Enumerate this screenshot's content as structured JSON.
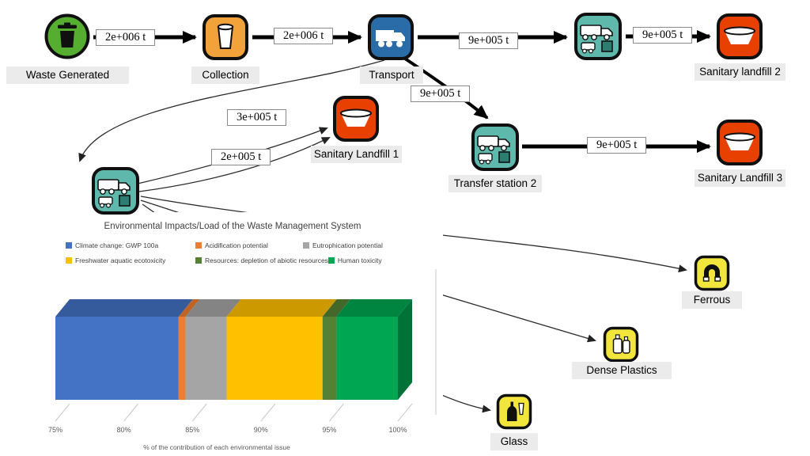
{
  "diagram": {
    "nodes": {
      "waste_generated": {
        "label": "Waste Generated"
      },
      "collection": {
        "label": "Collection"
      },
      "transport": {
        "label": "Transport"
      },
      "sanitary_landfill_2": {
        "label": "Sanitary landfill 2"
      },
      "transfer_station_2": {
        "label": "Transfer station 2"
      },
      "sanitary_landfill_3": {
        "label": "Sanitary Landfill 3"
      },
      "sanitary_landfill_1": {
        "label": "Sanitary Landfill 1"
      },
      "ferrous": {
        "label": "Ferrous"
      },
      "dense_plastics": {
        "label": "Dense Plastics"
      },
      "glass": {
        "label": "Glass"
      }
    },
    "flows": [
      {
        "label": "2e+006 t"
      },
      {
        "label": "2e+006 t"
      },
      {
        "label": "9e+005 t"
      },
      {
        "label": "9e+005 t"
      },
      {
        "label": "9e+005 t"
      },
      {
        "label": "9e+005 t"
      },
      {
        "label": "3e+005 t"
      },
      {
        "label": "2e+005 t"
      }
    ]
  },
  "colors": {
    "generation": "#56AE31",
    "collection": "#F2A23B",
    "transport": "#2A6CA8",
    "transfer_station": "#5FB8AC",
    "landfill": "#E84000",
    "recovery": "#F2E63C"
  },
  "chart_data": {
    "type": "bar",
    "stacked": true,
    "orientation": "horizontal",
    "title": "Environmental Impacts/Load of the Waste Management System",
    "xlabel": "% of the contribution of each environmental issue",
    "xlim": [
      75,
      100
    ],
    "x_ticks": [
      "75%",
      "80%",
      "85%",
      "90%",
      "95%",
      "100%"
    ],
    "legend_position": "top",
    "grid": true,
    "series": [
      {
        "name": "Climate change: GWP 100a",
        "color": "#4472C4",
        "value": 84
      },
      {
        "name": "Acidification potential",
        "color": "#ED7D31",
        "value": 0.5
      },
      {
        "name": "Eutrophication potential",
        "color": "#A5A5A5",
        "value": 3
      },
      {
        "name": "Freshwater aquatic ecotoxicity",
        "color": "#FFC000",
        "value": 7
      },
      {
        "name": "Resources: depletion of abiotic resources",
        "color": "#548235",
        "value": 1
      },
      {
        "name": "Human toxicity",
        "color": "#00A651",
        "value": 4.5
      }
    ]
  }
}
